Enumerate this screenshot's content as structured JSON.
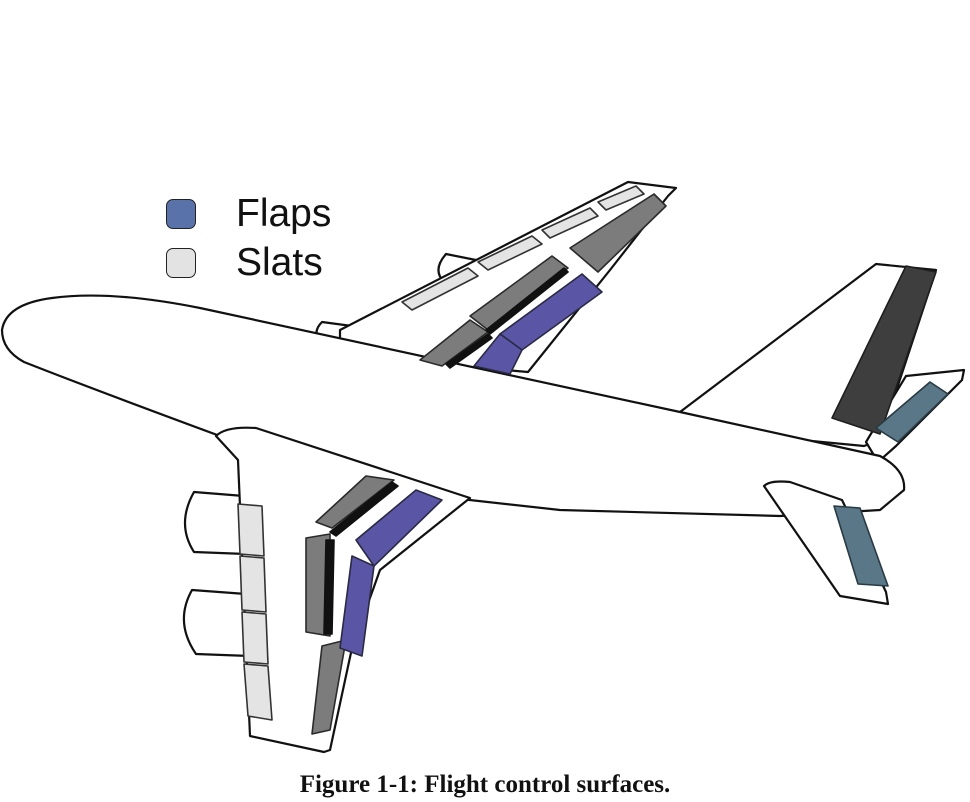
{
  "legend": [
    {
      "label": "Flaps",
      "color": "#5a72aa"
    },
    {
      "label": "Slats",
      "color": "#e3e3e3"
    }
  ],
  "caption": "Figure 1-1: Flight control surfaces.",
  "colors": {
    "outline": "#111111",
    "airframe": "#ffffff",
    "flap_fill": "#5b55a6",
    "slat_fill": "#e4e4e4",
    "spoiler_fill": "#7c7c7c",
    "rudder_fill": "#3e3e3e",
    "elevator_fill": "#597786"
  }
}
